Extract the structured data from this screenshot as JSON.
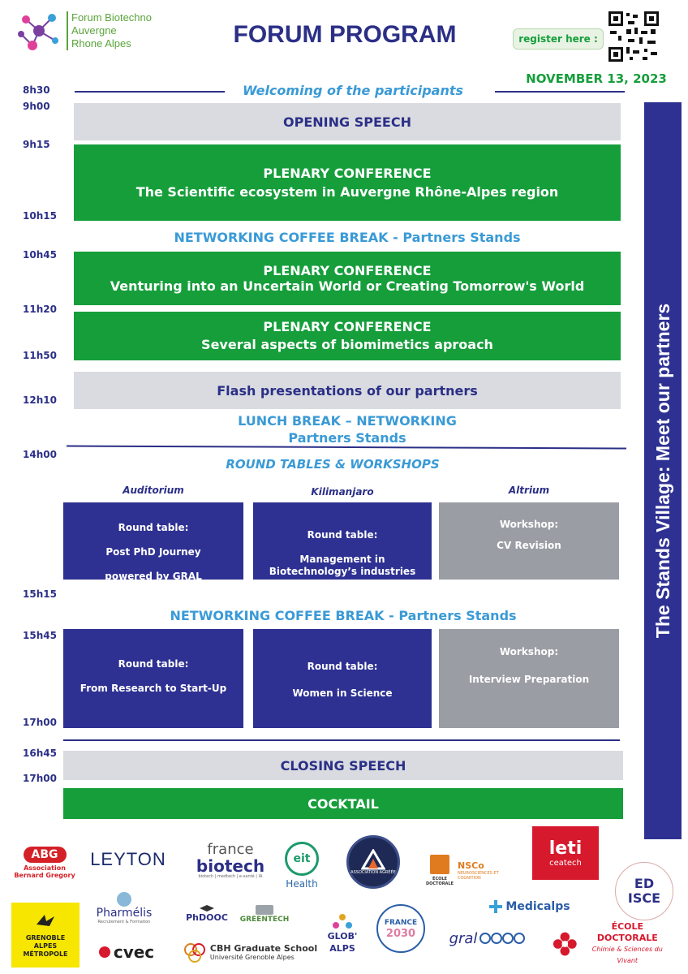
{
  "header": {
    "logo_lines": [
      "Forum Biotechno",
      "Auvergne",
      "Rhone Alpes"
    ],
    "title": "FORUM PROGRAM",
    "register_label": "register here :",
    "date": "NOVEMBER 13, 2023"
  },
  "times": [
    "8h30",
    "9h00",
    "9h15",
    "10h15",
    "10h45",
    "11h20",
    "11h50",
    "12h10",
    "14h00",
    "15h15",
    "15h45",
    "17h00",
    "16h45",
    "17h00"
  ],
  "welcome": "Welcoming of the participants",
  "opening": "OPENING SPEECH",
  "plenary1": {
    "title": "PLENARY CONFERENCE",
    "subtitle": "The Scientific ecosystem in Auvergne Rhône-Alpes region"
  },
  "coffee1": "NETWORKING COFFEE BREAK - Partners Stands",
  "plenary2": {
    "title": "PLENARY CONFERENCE",
    "subtitle": "Venturing into an Uncertain World or Creating Tomorrow's World"
  },
  "plenary3": {
    "title": "PLENARY CONFERENCE",
    "subtitle": "Several aspects of biomimetics aproach"
  },
  "flash": "Flash presentations of our partners",
  "lunch": {
    "line1": "LUNCH BREAK – NETWORKING",
    "line2": "Partners Stands"
  },
  "roundtables_heading": "ROUND TABLES & WORKSHOPS",
  "rooms": [
    "Auditorium",
    "Kilimanjaro",
    "Altrium"
  ],
  "session1": {
    "auditorium": [
      "Round table:",
      "Post PhD Journey",
      "powered by GRAL"
    ],
    "kilimanjaro": [
      "Round table:",
      "Management in Biotechnology’s industries"
    ],
    "altrium": [
      "Workshop:",
      "CV Revision"
    ]
  },
  "coffee2": "NETWORKING COFFEE BREAK - Partners Stands",
  "session2": {
    "auditorium": [
      "Round table:",
      "From Research to Start-Up"
    ],
    "kilimanjaro": [
      "Round table:",
      "Women in Science"
    ],
    "altrium": [
      "Workshop:",
      "Interview Preparation"
    ]
  },
  "closing": "CLOSING SPEECH",
  "cocktail": "COCKTAIL",
  "side_banner": "The Stands Village: Meet our partners",
  "logos": {
    "abg": "ABG",
    "abg_sub": "Association Bernard Gregory",
    "leyton": "LEYTON",
    "france_biotech_1": "france",
    "france_biotech_2": "biotech",
    "france_biotech_sub": "biotech | medtech | e-santé | IA",
    "eit": "eit",
    "health": "Health",
    "asso": "ASSOCIATION AGRÉÉE",
    "nsco": "NSCo",
    "nsco_sub": "NEUROSCIENCES ET COGNITION",
    "ecole_doctorale": "ÉCOLE DOCTORALE",
    "leti": "leti",
    "ceatech": "ceatech",
    "ed_isce_1": "ED",
    "ed_isce_2": "ISCE",
    "grenoble": "GRENOBLE ALPES MÉTROPOLE",
    "pharmelis": "Pharmélis",
    "pharmelis_sub": "Recrutement & Formation",
    "phdooc": "PhDOOC",
    "greentech": "GREENTECH",
    "cvec": "cvec",
    "cbh": "CBH Graduate School",
    "cbh_sub": "Université Grenoble Alpes",
    "globalps_1": "GLOB'",
    "globalps_2": "ALPS",
    "france2030_1": "FRANCE",
    "france2030_2": "2030",
    "medicalps": "Medicalps",
    "gral": "gral",
    "edcsv_1": "ÉCOLE DOCTORALE",
    "edcsv_2": "Chimie & Sciences du Vivant"
  }
}
